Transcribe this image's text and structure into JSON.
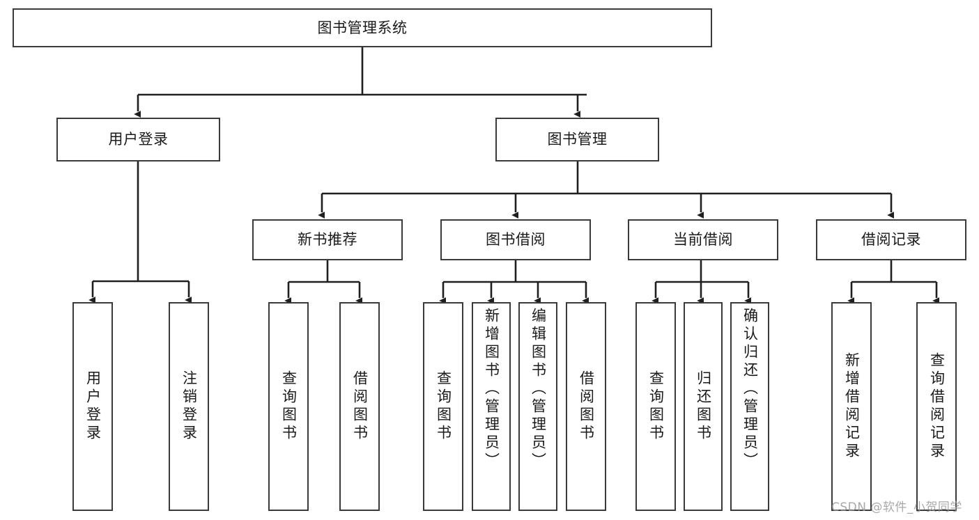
{
  "diagram": {
    "type": "tree-hierarchy",
    "title": "图书管理系统",
    "orientation": "top-down",
    "colors": {
      "box_border": "#3a3a3a",
      "box_fill": "#ffffff",
      "connector": "#1f1f1f",
      "text": "#1a1a1a",
      "watermark": "#9a9a9a"
    }
  },
  "root": {
    "label": "图书管理系统"
  },
  "level2": [
    {
      "label": "用户登录"
    },
    {
      "label": "图书管理"
    }
  ],
  "level3": [
    {
      "label": "新书推荐"
    },
    {
      "label": "图书借阅"
    },
    {
      "label": "当前借阅"
    },
    {
      "label": "借阅记录"
    }
  ],
  "leaves": {
    "user_login": [
      {
        "label": "用户登录"
      },
      {
        "label": "注销登录"
      }
    ],
    "new_book_recommend": [
      {
        "label": "查询图书"
      },
      {
        "label": "借阅图书"
      }
    ],
    "book_borrow": [
      {
        "label": "查询图书"
      },
      {
        "label": "新增图书（管理员）"
      },
      {
        "label": "编辑图书（管理员）"
      },
      {
        "label": "借阅图书"
      }
    ],
    "current_borrow": [
      {
        "label": "查询图书"
      },
      {
        "label": "归还图书"
      },
      {
        "label": "确认归还（管理员）"
      }
    ],
    "borrow_record": [
      {
        "label": "新增借阅记录"
      },
      {
        "label": "查询借阅记录"
      }
    ]
  },
  "watermark": {
    "text": "CSDN @软件_小贺同学"
  }
}
